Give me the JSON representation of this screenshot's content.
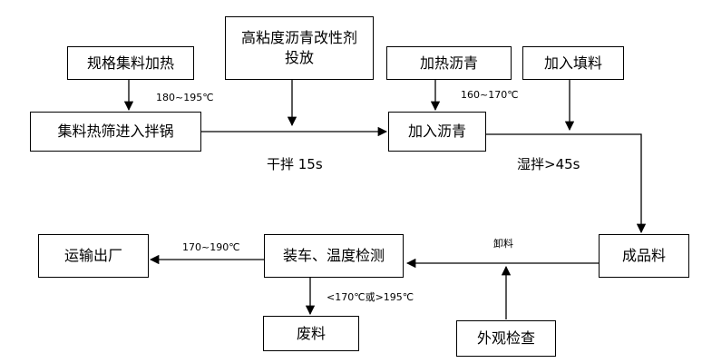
{
  "nodes": {
    "heat_aggregate": "规格集料加热",
    "polymer_line1": "高粘度沥青改性剂",
    "polymer_line2": "投放",
    "heat_asphalt": "加热沥青",
    "add_filler": "加入填料",
    "screen_mixer": "集料热筛进入拌锅",
    "add_asphalt": "加入沥青",
    "product": "成品料",
    "load_check": "装车、温度检测",
    "ship": "运输出厂",
    "waste": "废料",
    "visual_check": "外观检查"
  },
  "labels": {
    "temp_aggregate": "180~195℃",
    "temp_asphalt": "160~170℃",
    "dry_mix": "干拌  15s",
    "wet_mix": "湿拌>45s",
    "unload": "卸料",
    "temp_ship": "170~190℃",
    "temp_reject": "<170℃或>195℃"
  }
}
